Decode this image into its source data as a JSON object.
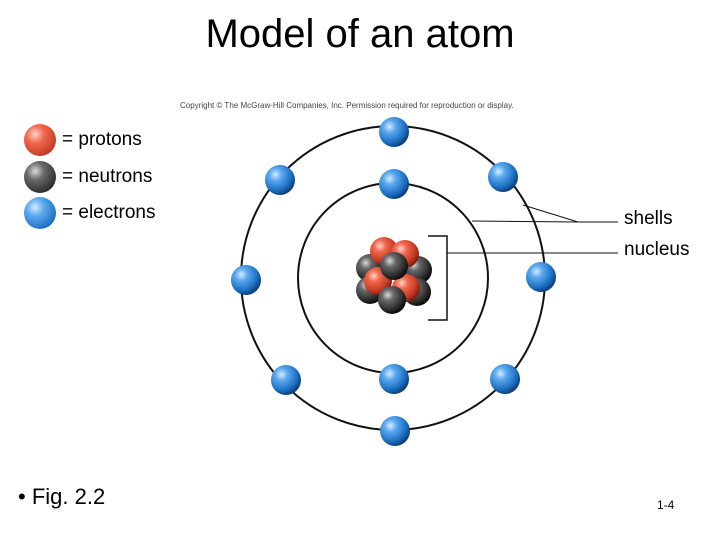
{
  "title": "Model of an atom",
  "copyright": "Copyright © The McGraw-Hill Companies, Inc. Permission required for reproduction or display.",
  "legend": [
    {
      "label": "= protons",
      "icon": "proton-ball-icon"
    },
    {
      "label": "= neutrons",
      "icon": "neutron-ball-icon"
    },
    {
      "label": "= electrons",
      "icon": "electron-ball-icon"
    }
  ],
  "callouts": {
    "shells": "shells",
    "nucleus": "nucleus"
  },
  "bullet": "• Fig. 2.2",
  "page_number": "1-4",
  "colors": {
    "proton": "#e0503a",
    "neutron": "#3a3a3a",
    "electron": "#2a7fd4"
  }
}
